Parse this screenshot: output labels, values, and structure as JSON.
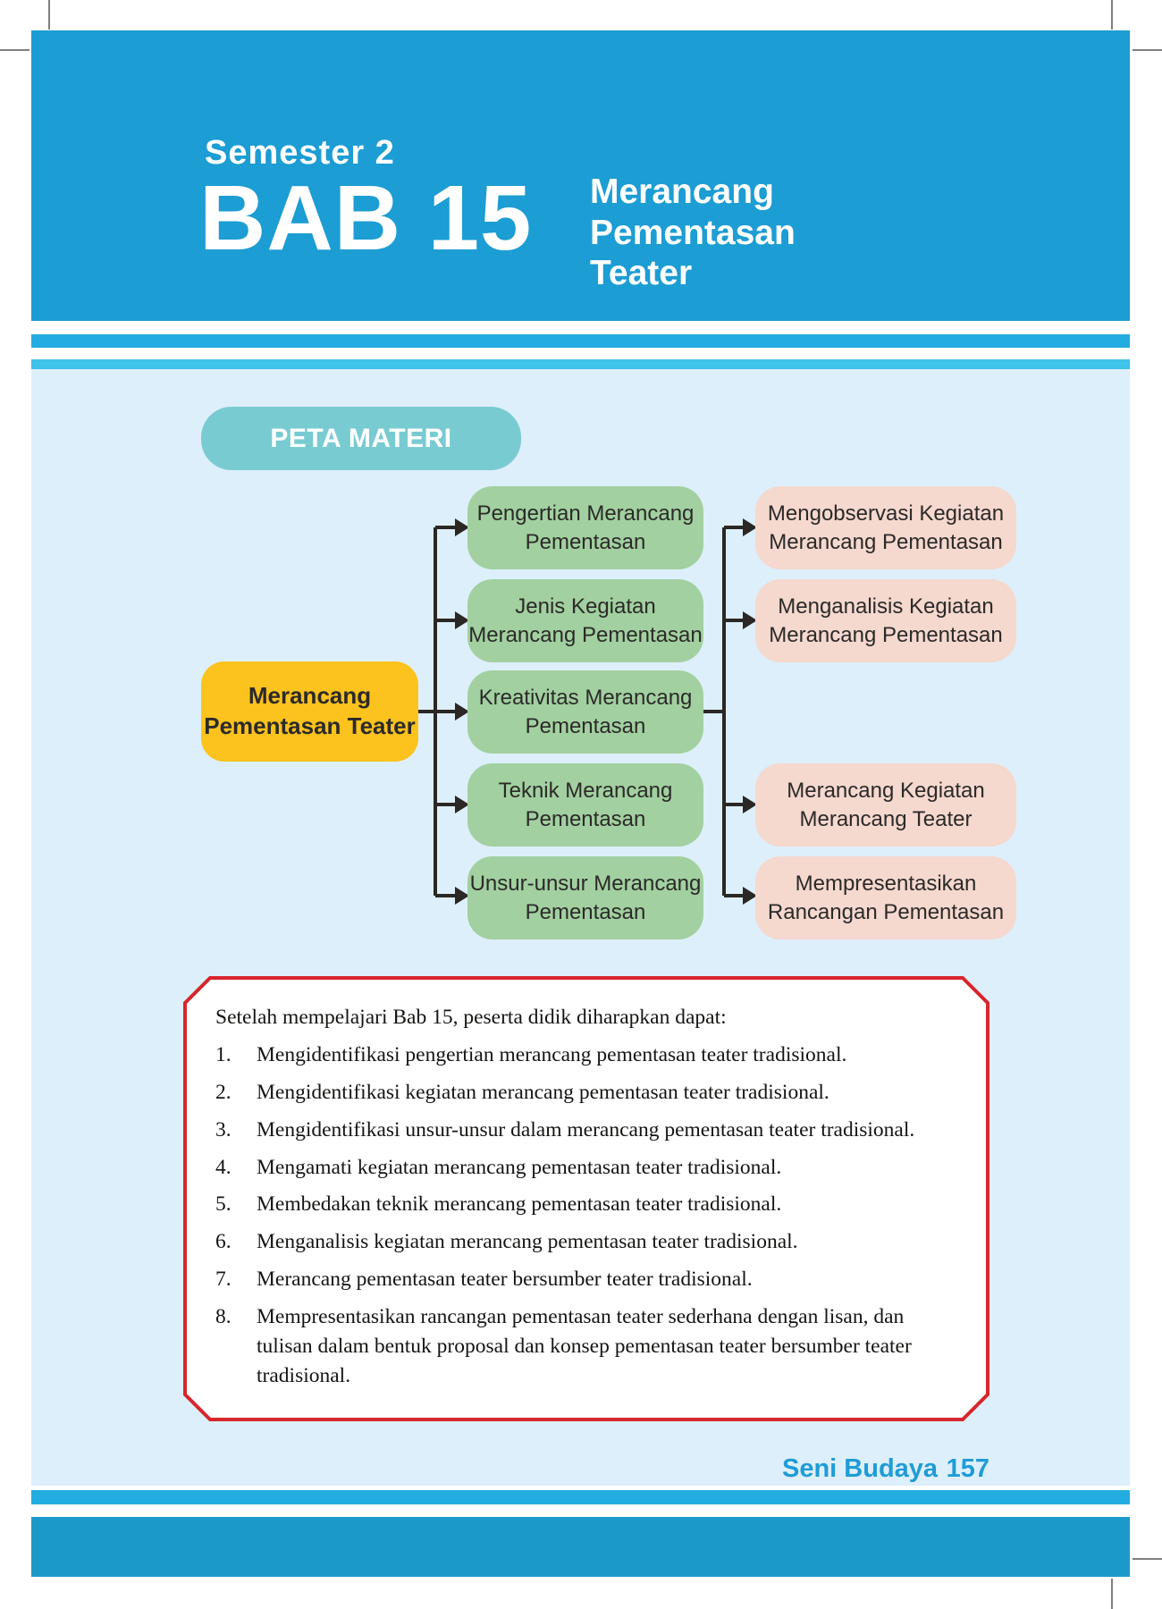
{
  "header": {
    "semester": "Semester 2",
    "chapter": "BAB 15",
    "title_lines": [
      "Merancang",
      "Pementasan",
      "Teater"
    ]
  },
  "peta_materi": {
    "label": "PETA MATERI",
    "root": [
      "Merancang",
      "Pementasan Teater"
    ],
    "level1": [
      [
        "Pengertian Merancang",
        "Pementasan"
      ],
      [
        "Jenis Kegiatan",
        "Merancang Pementasan"
      ],
      [
        "Kreativitas Merancang",
        "Pementasan"
      ],
      [
        "Teknik Merancang",
        "Pementasan"
      ],
      [
        "Unsur-unsur Merancang",
        "Pementasan"
      ]
    ],
    "level2": [
      [
        "Mengobservasi Kegiatan",
        "Merancang Pementasan"
      ],
      [
        "Menganalisis Kegiatan",
        "Merancang Pementasan"
      ],
      [
        "Merancang Kegiatan",
        "Merancang Teater"
      ],
      [
        "Mempresentasikan",
        "Rancangan Pementasan"
      ]
    ]
  },
  "objectives": {
    "intro": "Setelah mempelajari Bab 15, peserta didik diharapkan dapat:",
    "items": [
      {
        "num": "1.",
        "text": "Mengidentifikasi pengertian merancang pementasan teater tradisional."
      },
      {
        "num": "2.",
        "text": "Mengidentifikasi kegiatan merancang pementasan teater tradisional."
      },
      {
        "num": "3.",
        "text": "Mengidentifikasi unsur-unsur dalam merancang pementasan teater tradisional."
      },
      {
        "num": "4.",
        "text": "Mengamati kegiatan merancang pementasan teater tradisional."
      },
      {
        "num": "5.",
        "text": "Membedakan teknik merancang pementasan teater tradisional."
      },
      {
        "num": "6.",
        "text": "Menganalisis  kegiatan merancang pementasan teater tradisional."
      },
      {
        "num": "7.",
        "text": "Merancang pementasan teater bersumber teater tradisional."
      },
      {
        "num": "8.",
        "text": "Mempresentasikan rancangan pementasan teater sederhana dengan lisan, dan tulisan dalam bentuk proposal dan konsep pementasan teater bersumber teater  tradisional."
      }
    ]
  },
  "footer": {
    "book_title": "Seni Budaya",
    "page_number": "157"
  },
  "colors": {
    "header_blue": "#1c9dd3",
    "bottom_band_blue": "#1b9aca",
    "stripe_cyan": "#23ace0",
    "content_background": "#ddeffa",
    "badge_teal": "#79cbd2",
    "node_green": "#a2d0a0",
    "node_pink": "#f5d8ce",
    "node_yellow": "#fcc21d",
    "objectives_border_red": "#d7262c",
    "footer_text_blue": "#1f9cd6"
  }
}
